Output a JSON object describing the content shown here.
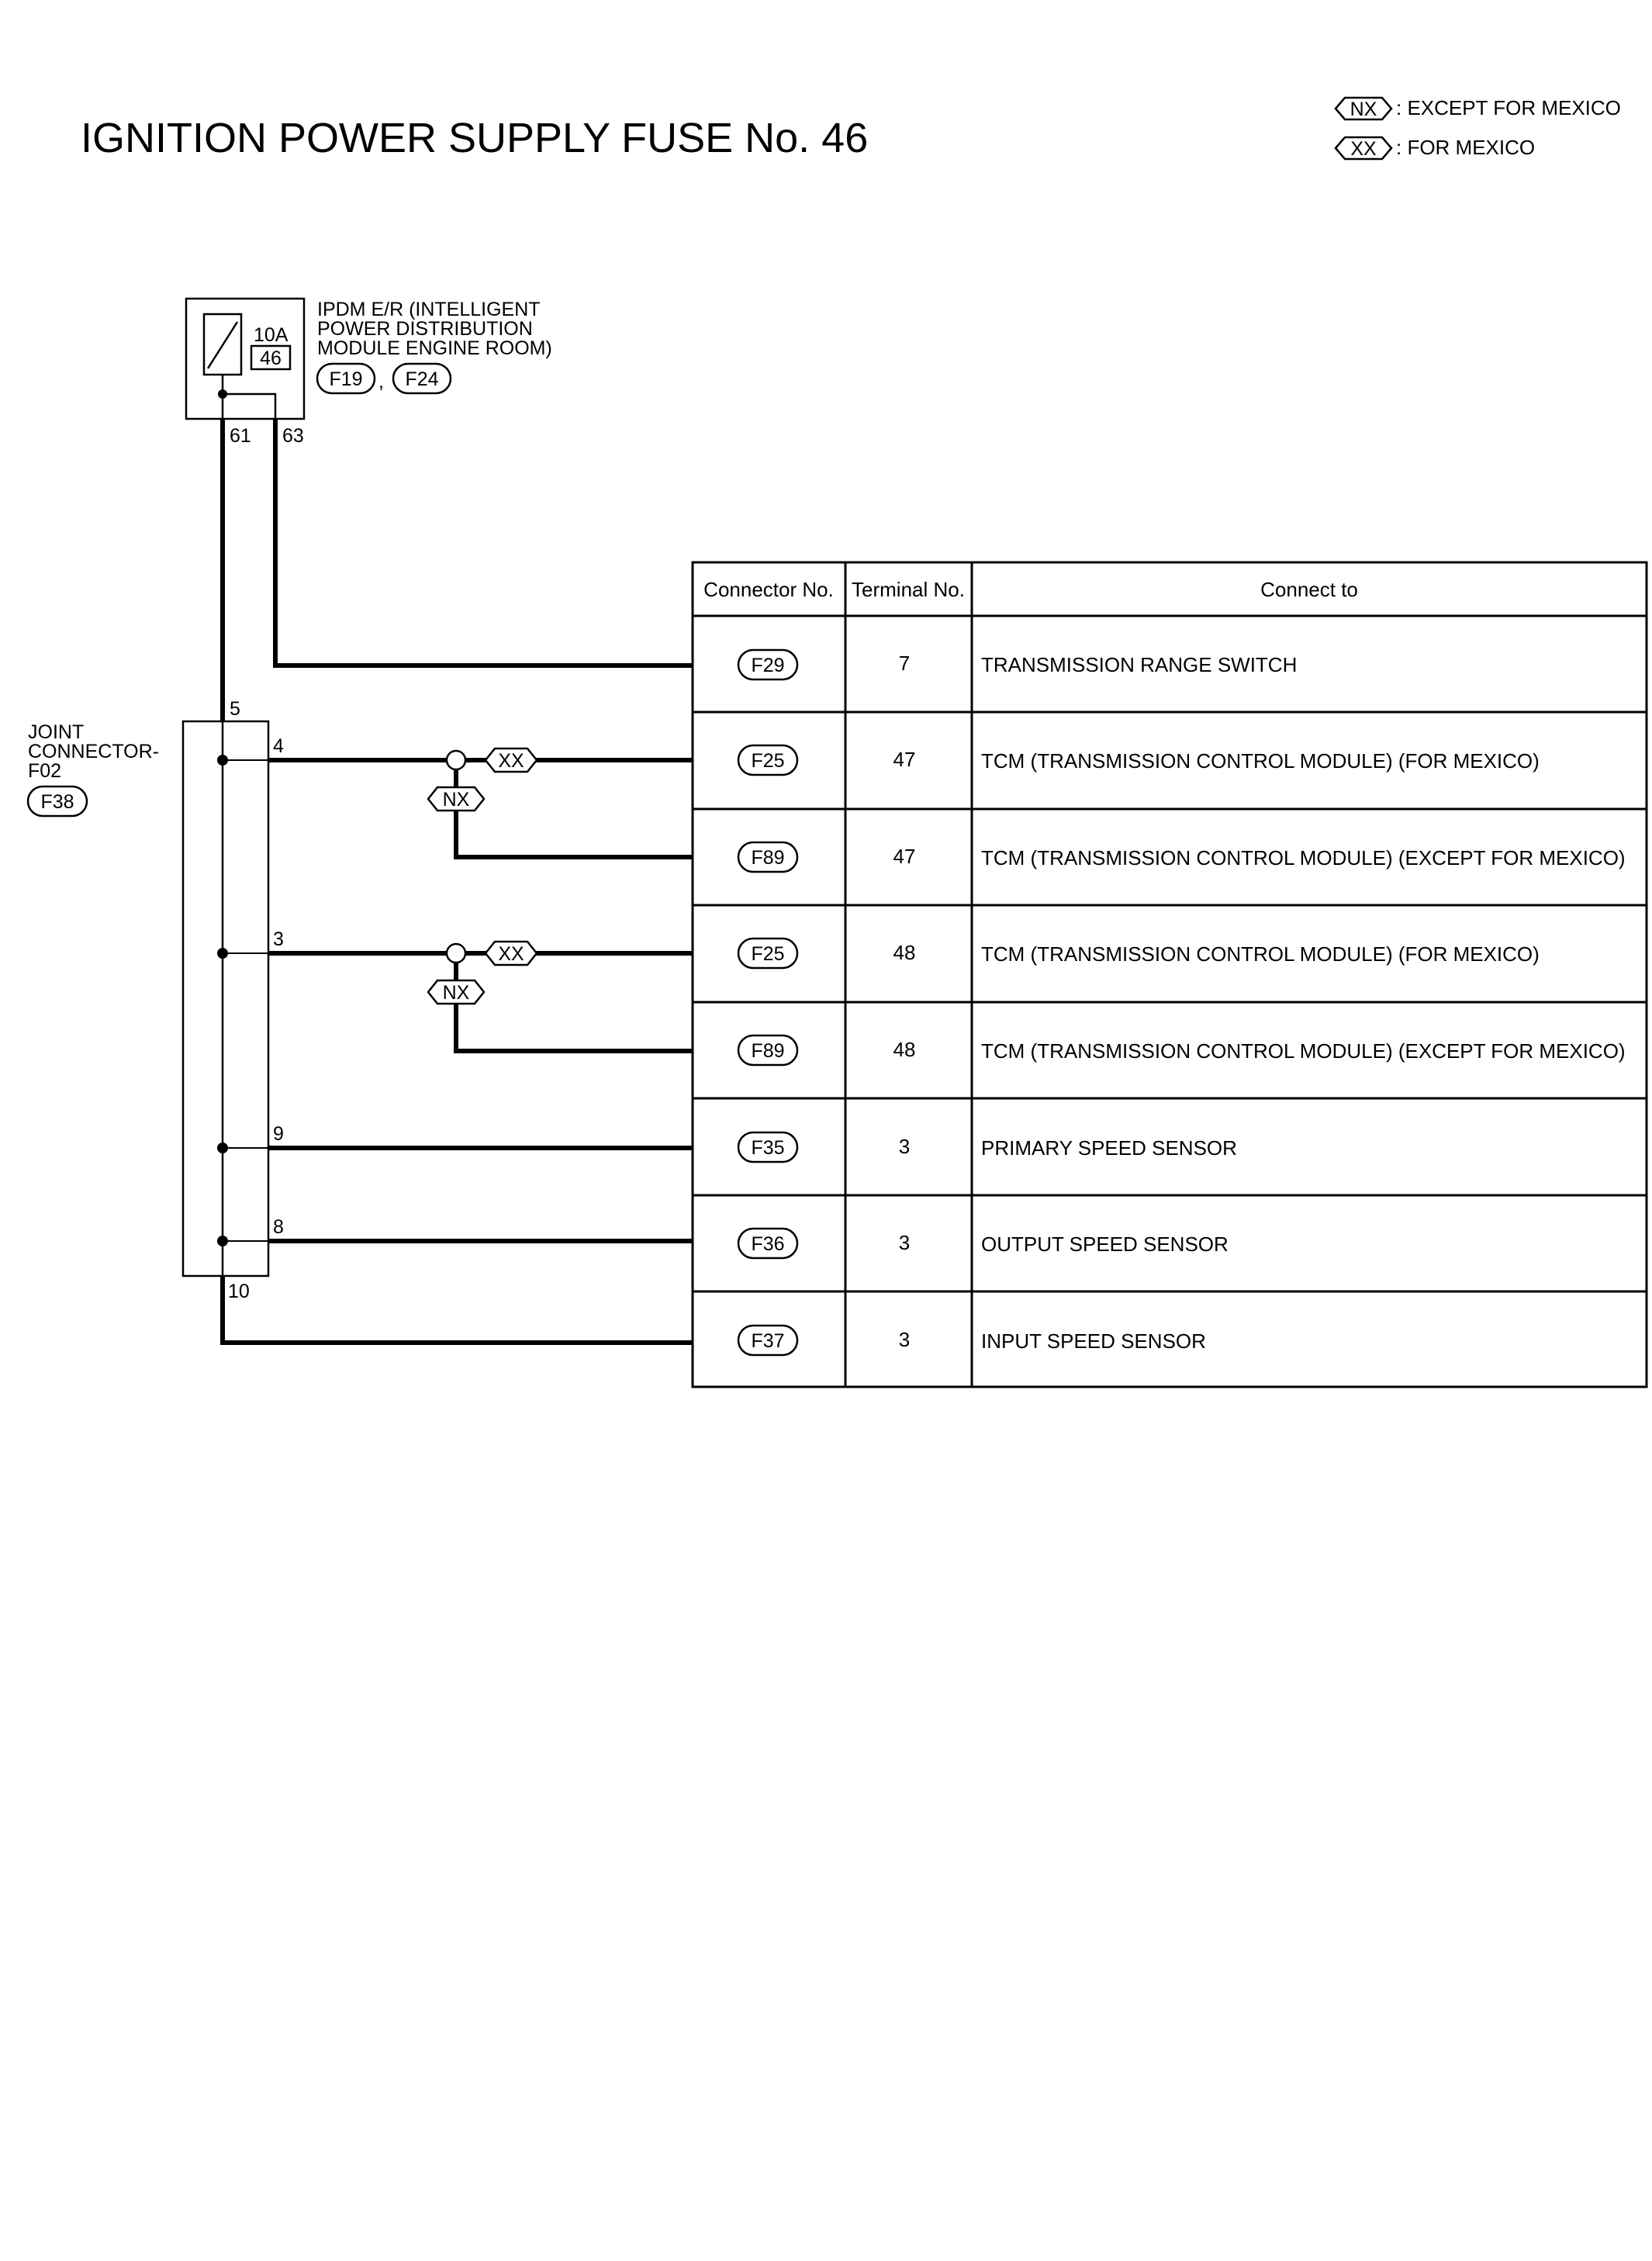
{
  "title": "IGNITION POWER SUPPLY FUSE No. 46",
  "legend": [
    {
      "code": "NX",
      "text": ": EXCEPT FOR MEXICO"
    },
    {
      "code": "XX",
      "text": ": FOR MEXICO"
    }
  ],
  "ipdm": {
    "label_lines": [
      "IPDM E/R (INTELLIGENT",
      "POWER DISTRIBUTION",
      "MODULE ENGINE ROOM)"
    ],
    "fuse_rating": "10A",
    "fuse_number": "46",
    "connectors": [
      "F19",
      "F24"
    ],
    "separator": ",",
    "pins": [
      "61",
      "63"
    ]
  },
  "joint_connector": {
    "label_lines": [
      "JOINT",
      "CONNECTOR-",
      "F02"
    ],
    "connector": "F38",
    "pins": [
      "5",
      "4",
      "3",
      "9",
      "8",
      "10"
    ]
  },
  "junction_tags": {
    "for_mexico": "XX",
    "except_mexico": "NX"
  },
  "table": {
    "headers": [
      "Connector No.",
      "Terminal No.",
      "Connect to"
    ],
    "rows": [
      {
        "connector": "F29",
        "terminal": "7",
        "connect_to": "TRANSMISSION RANGE SWITCH"
      },
      {
        "connector": "F25",
        "terminal": "47",
        "connect_to": "TCM (TRANSMISSION CONTROL MODULE) (FOR MEXICO)"
      },
      {
        "connector": "F89",
        "terminal": "47",
        "connect_to": "TCM (TRANSMISSION CONTROL MODULE) (EXCEPT FOR MEXICO)"
      },
      {
        "connector": "F25",
        "terminal": "48",
        "connect_to": "TCM (TRANSMISSION CONTROL MODULE) (FOR MEXICO)"
      },
      {
        "connector": "F89",
        "terminal": "48",
        "connect_to": "TCM (TRANSMISSION CONTROL MODULE) (EXCEPT FOR MEXICO)"
      },
      {
        "connector": "F35",
        "terminal": "3",
        "connect_to": "PRIMARY SPEED SENSOR"
      },
      {
        "connector": "F36",
        "terminal": "3",
        "connect_to": "OUTPUT SPEED SENSOR"
      },
      {
        "connector": "F37",
        "terminal": "3",
        "connect_to": "INPUT SPEED SENSOR"
      }
    ]
  }
}
